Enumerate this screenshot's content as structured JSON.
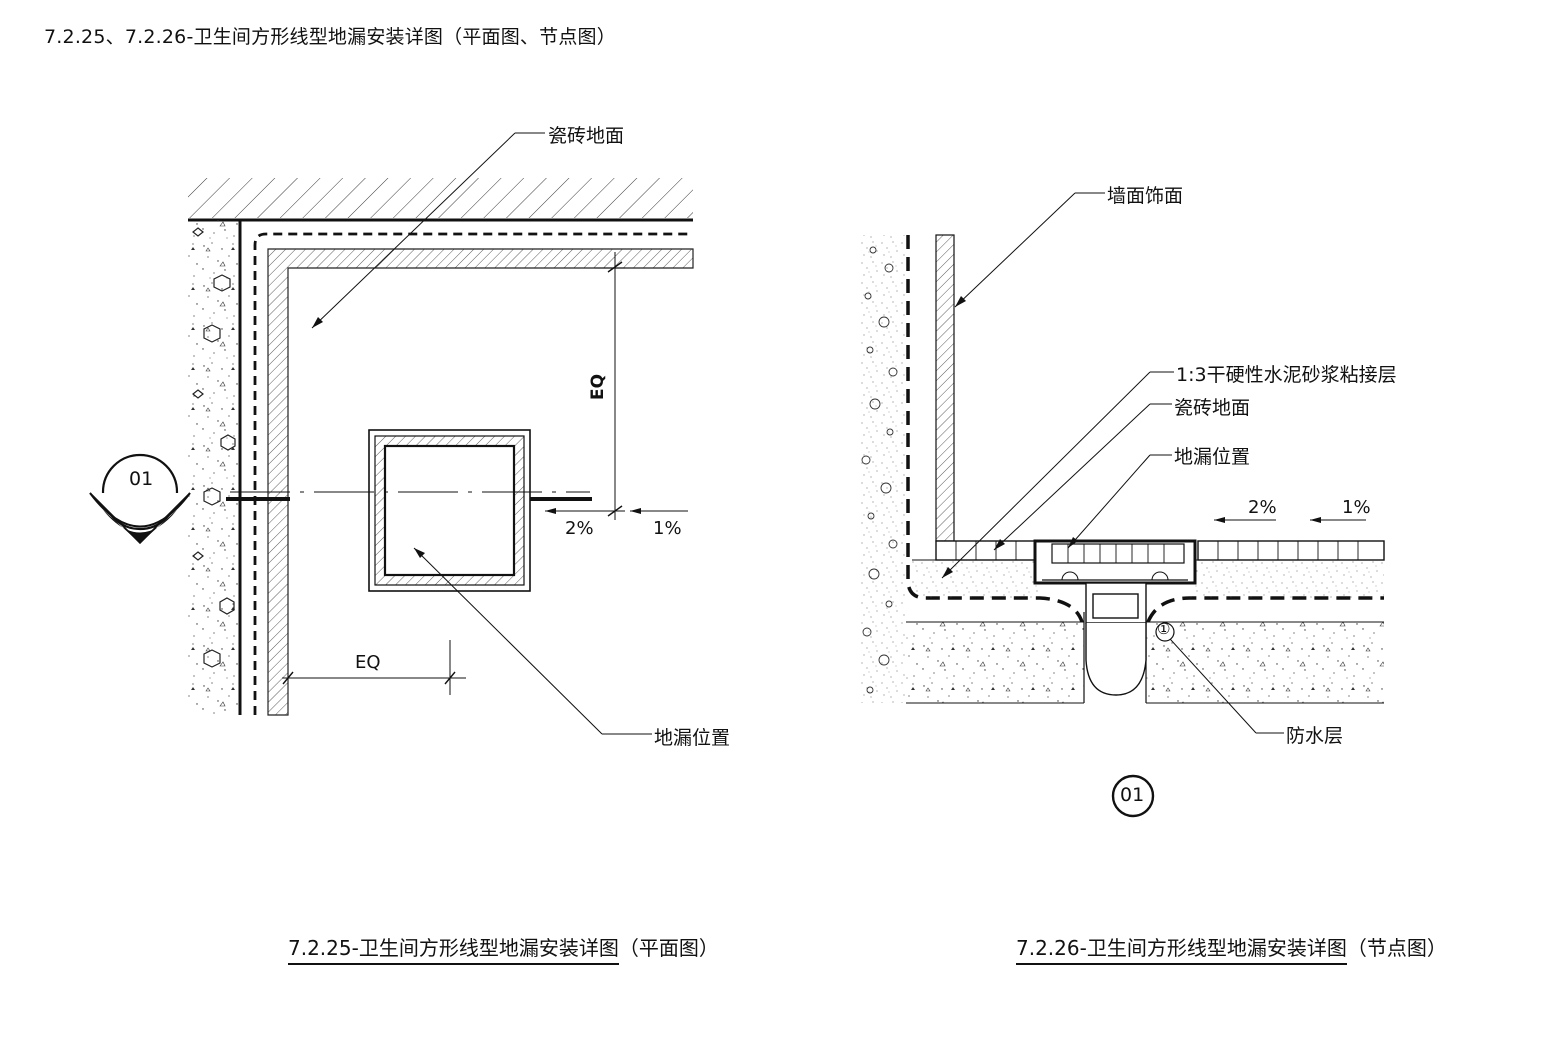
{
  "page_title": "7.2.25、7.2.26-卫生间方形线型地漏安装详图（平面图、节点图）",
  "plan": {
    "label_tile": "瓷砖地面",
    "label_drain": "地漏位置",
    "dim_eq_vertical": "EQ",
    "dim_eq_horizontal": "EQ",
    "slope_2": "2%",
    "slope_1": "1%",
    "section_mark": "01",
    "caption_main": "7.2.25-卫生间方形线型地漏安装详图",
    "caption_suffix": "（平面图）"
  },
  "section": {
    "label_wall": "墙面饰面",
    "label_mortar": "1:3干硬性水泥砂浆粘接层",
    "label_tile": "瓷砖地面",
    "label_drain": "地漏位置",
    "label_waterproof": "防水层",
    "slope_2": "2%",
    "slope_1": "1%",
    "marker_1": "①",
    "detail_mark": "01",
    "caption_main": "7.2.26-卫生间方形线型地漏安装详图",
    "caption_suffix": "（节点图）"
  }
}
